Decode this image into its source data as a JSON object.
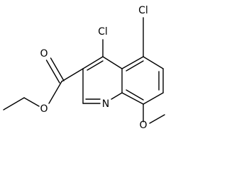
{
  "molecule": {
    "atoms": {
      "cl5": "Cl",
      "cl4": "Cl",
      "o_carbonyl": "O",
      "o_ester": "O",
      "n1": "N",
      "o_methoxy": "O"
    }
  }
}
